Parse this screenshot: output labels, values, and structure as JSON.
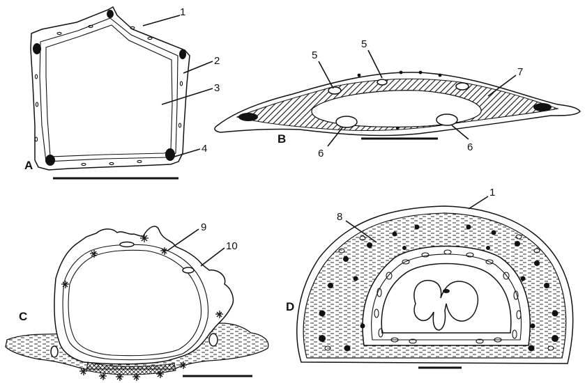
{
  "panels": [
    {
      "id": "A",
      "label": "A",
      "callouts": [
        "1",
        "2",
        "3",
        "4"
      ]
    },
    {
      "id": "B",
      "label": "B",
      "callouts": [
        "5",
        "5",
        "7",
        "6",
        "6"
      ]
    },
    {
      "id": "C",
      "label": "C",
      "callouts": [
        "9",
        "10"
      ]
    },
    {
      "id": "D",
      "label": "D",
      "callouts": [
        "1",
        "8"
      ]
    }
  ],
  "colors": {
    "ink": "#111111",
    "paper": "#ffffff"
  }
}
